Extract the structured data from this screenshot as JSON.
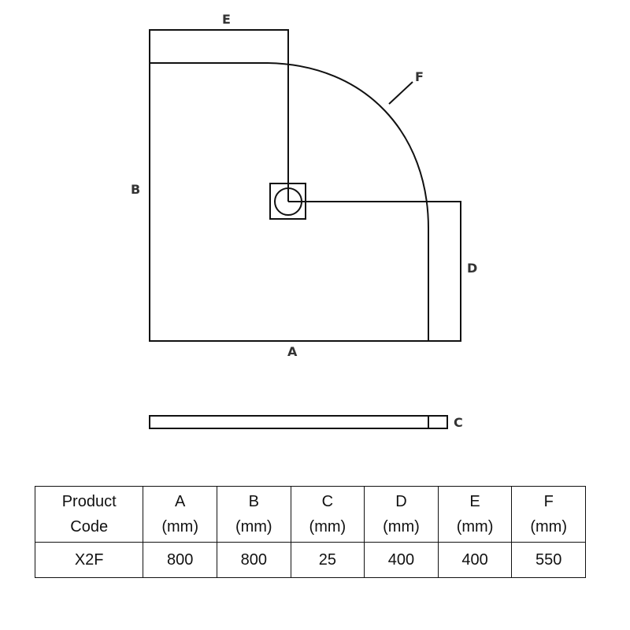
{
  "diagram": {
    "labels": {
      "A": "A",
      "B": "B",
      "C": "C",
      "D": "D",
      "E": "E",
      "F": "F"
    },
    "stroke_color": "#111111",
    "label_color": "#333333"
  },
  "table": {
    "headers": [
      {
        "line1": "Product",
        "line2": "Code"
      },
      {
        "line1": "A",
        "line2": "(mm)"
      },
      {
        "line1": "B",
        "line2": "(mm)"
      },
      {
        "line1": "C",
        "line2": "(mm)"
      },
      {
        "line1": "D",
        "line2": "(mm)"
      },
      {
        "line1": "E",
        "line2": "(mm)"
      },
      {
        "line1": "F",
        "line2": "(mm)"
      }
    ],
    "rows": [
      [
        "X2F",
        "800",
        "800",
        "25",
        "400",
        "400",
        "550"
      ]
    ]
  }
}
